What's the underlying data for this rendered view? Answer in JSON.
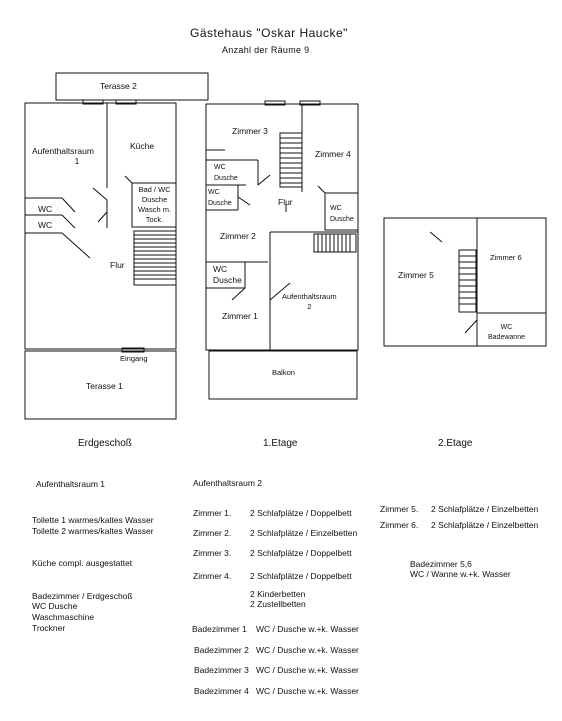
{
  "header": {
    "title": "Gästehaus \"Oskar Haucke\"",
    "subtitle": "Anzahl der Räume 9"
  },
  "floors": {
    "ground": {
      "label": "Erdgeschoß",
      "terrace_top": "Terasse 2",
      "terrace_bottom": "Terasse 1",
      "entrance": "Eingang",
      "rooms": {
        "lounge": [
          "Aufenthaltsraum",
          "1"
        ],
        "kitchen": "Küche",
        "bath": [
          "Bad / WC",
          "Dusche",
          "Wasch m.",
          "Tock."
        ],
        "wc1": "WC",
        "wc2": "WC",
        "hall": "Flur"
      }
    },
    "first": {
      "label": "1.Etage",
      "balcony": "Balkon",
      "rooms": {
        "z3": "Zimmer 3",
        "z4": "Zimmer 4",
        "z2": "Zimmer 2",
        "z1": "Zimmer 1",
        "wcd1": [
          "WC",
          "Dusche"
        ],
        "wcd2": [
          "WC",
          "Dusche"
        ],
        "wcd3": [
          "WC",
          "Dusche"
        ],
        "wcd4": [
          "WC",
          "Dusche"
        ],
        "hall": "Flur",
        "lounge": [
          "Aufenthaltsraum",
          "2"
        ]
      }
    },
    "second": {
      "label": "2.Etage",
      "rooms": {
        "z5": "Zimmer 5",
        "z6": "Zimmer 6",
        "bath": [
          "WC",
          "Badewanne"
        ]
      }
    }
  },
  "descriptions": {
    "ground": [
      "Aufenthaltsraum 1",
      "Toilette 1  warmes/kaltes Wasser",
      "Toilette 2  warmes/kaltes Wasser",
      "Küche  compl.  ausgestattet",
      "Badezimmer / Erdgeschoß",
      "WC Dusche",
      "Waschmaschine",
      "Trockner"
    ],
    "first_title": "Aufenthaltsraum 2",
    "first_rooms": [
      {
        "room": "Zimmer 1.",
        "desc": "2 Schlafplätze / Doppelbett"
      },
      {
        "room": "Zimmer 2.",
        "desc": "2 Schlafplätze / Einzelbetten"
      },
      {
        "room": "Zimmer 3.",
        "desc": "2 Schlafplätze / Doppelbett"
      },
      {
        "room": "Zimmer 4.",
        "desc": "2 Schlafplätze / Doppelbett"
      }
    ],
    "first_extra": [
      "2 Kinderbetten",
      "2 Zustellbetten"
    ],
    "first_baths": [
      {
        "room": "Badezimmer 1",
        "desc": "WC / Dusche w.+k. Wasser"
      },
      {
        "room": "Badezimmer 2",
        "desc": "WC / Dusche w.+k. Wasser"
      },
      {
        "room": "Badezimmer 3",
        "desc": "WC / Dusche w.+k. Wasser"
      },
      {
        "room": "Badezimmer 4",
        "desc": "WC / Dusche w.+k. Wasser"
      }
    ],
    "second_rooms": [
      {
        "room": "Zimmer 5.",
        "desc": "2 Schlafplätze / Einzelbetten"
      },
      {
        "room": "Zimmer 6.",
        "desc": "2 Schlafplätze / Einzelbetten"
      }
    ],
    "second_bath": [
      "Badezimmer 5,6",
      "WC / Wanne w.+k. Wasser"
    ]
  }
}
